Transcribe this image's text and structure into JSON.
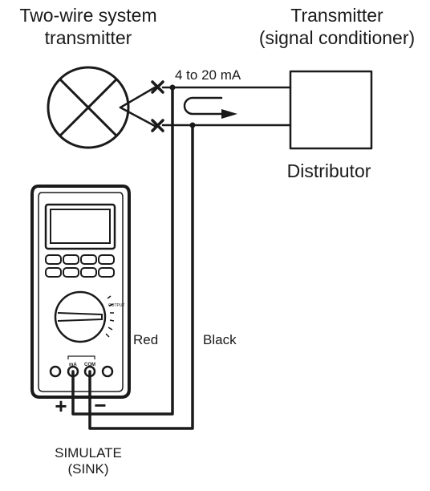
{
  "labels": {
    "two_wire_line1": "Two-wire system",
    "two_wire_line2": "transmitter",
    "transmitter_line1": "Transmitter",
    "transmitter_line2": "(signal conditioner)",
    "current_range": "4 to 20 mA",
    "distributor": "Distributor",
    "red": "Red",
    "black": "Black",
    "simulate_line1": "SIMULATE",
    "simulate_line2": "(SINK)",
    "plus": "+",
    "minus": "−"
  },
  "meter_markings": {
    "output": "OUTPUT",
    "ma": "mA",
    "com": "COM"
  },
  "colors": {
    "ink": "#1a1a1a",
    "background": "#ffffff"
  }
}
